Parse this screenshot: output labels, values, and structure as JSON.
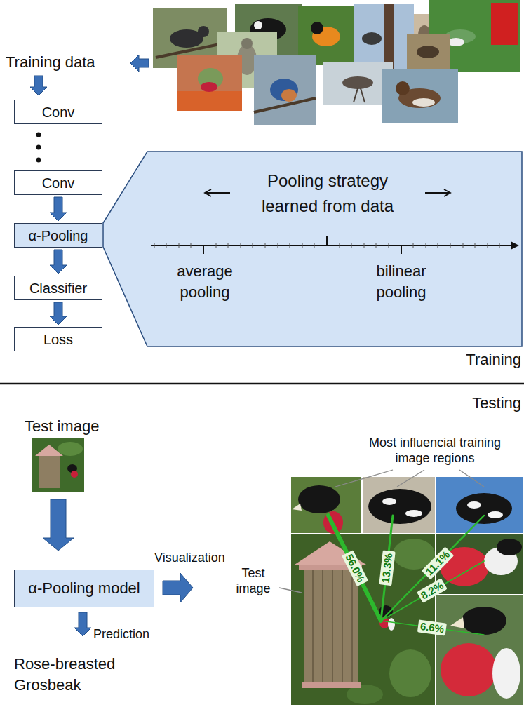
{
  "diagram": {
    "nodes": [
      {
        "text": [
          "Conv"
        ]
      },
      {
        "text": [
          "Conv"
        ]
      },
      {
        "text": [
          "α-Pooling"
        ]
      },
      {
        "text": [
          "Classifier"
        ]
      },
      {
        "text": [
          "Loss"
        ]
      },
      {
        "text": [
          "Pooling strategy learned from data",
          "average pooling",
          "bilinear pooling"
        ]
      },
      {
        "text": [
          "α-Pooling model"
        ]
      }
    ],
    "edges": [
      {
        "from": 1,
        "to": 2,
        "arrow": "to"
      },
      {
        "from": 2,
        "to": 3,
        "arrow": "to"
      },
      {
        "from": 3,
        "to": 4,
        "arrow": "to"
      }
    ],
    "labels": [
      "Training data",
      "Training",
      "Testing",
      "Test image",
      "Visualization",
      "Prediction",
      "Rose-breasted Grosbeak",
      "Most influencial training image regions",
      "Test image",
      "56.0%",
      "13.3%",
      "11.1%",
      "8.2%",
      "6.6%"
    ]
  }
}
